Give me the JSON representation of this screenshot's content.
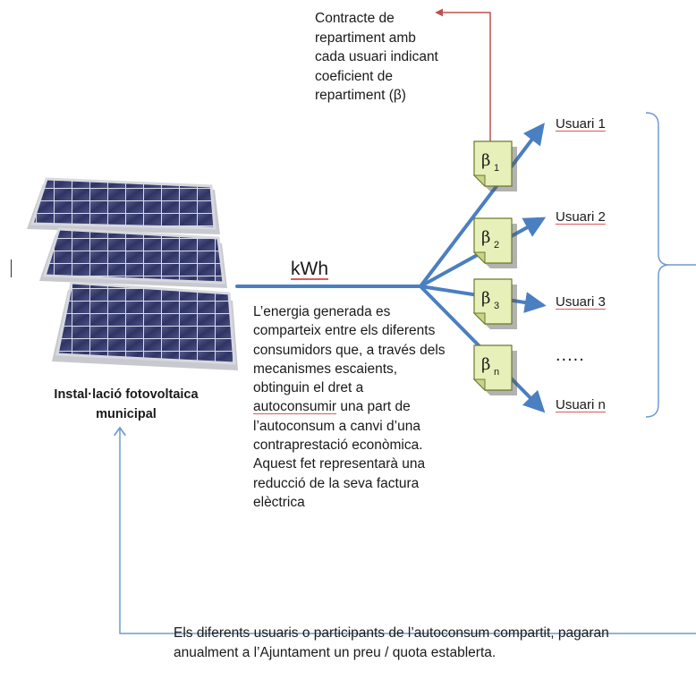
{
  "contract_note": [
    "Contracte de",
    "repartiment amb",
    "cada usuari indicant",
    "coeficient de",
    "repartiment (β)"
  ],
  "energy_label": "kWh",
  "description": {
    "line1": "L’energia generada es",
    "line2": "comparteix entre els diferents",
    "line3": "consumidors que, a través dels",
    "line4": "mecanismes escaients,",
    "line5": "obtinguin el dret a",
    "line6_link": "autoconsumir",
    "line6_rest": " una part de",
    "line7": "l’autoconsum a canvi d’una",
    "line8": "contraprestació econòmica.",
    "line9": "Aquest fet representarà una",
    "line10": "reducció de la seva factura",
    "line11": "elèctrica"
  },
  "installation_label": [
    "Instal·lació fotovoltaica",
    "municipal"
  ],
  "users": [
    {
      "label": "Usuari 1",
      "beta_sub": "1"
    },
    {
      "label": "Usuari 2",
      "beta_sub": "2"
    },
    {
      "label": "Usuari 3",
      "beta_sub": "3"
    },
    {
      "label": "Usuari n",
      "beta_sub": "n"
    }
  ],
  "ellipsis": ".....",
  "beta_symbol": "β",
  "footer": [
    "Els diferents usuaris o participants de l’autoconsum compartit, pagaran",
    "anualment a l’Ajuntament un preu / quota establerta."
  ],
  "colors": {
    "flow": "#4a7fc1",
    "contract_arrow": "#c0504d",
    "note": "#e6f0b8",
    "note_border": "#6d7a2a",
    "brace": "#6f9bd1",
    "panel": "#3b3f6e"
  }
}
